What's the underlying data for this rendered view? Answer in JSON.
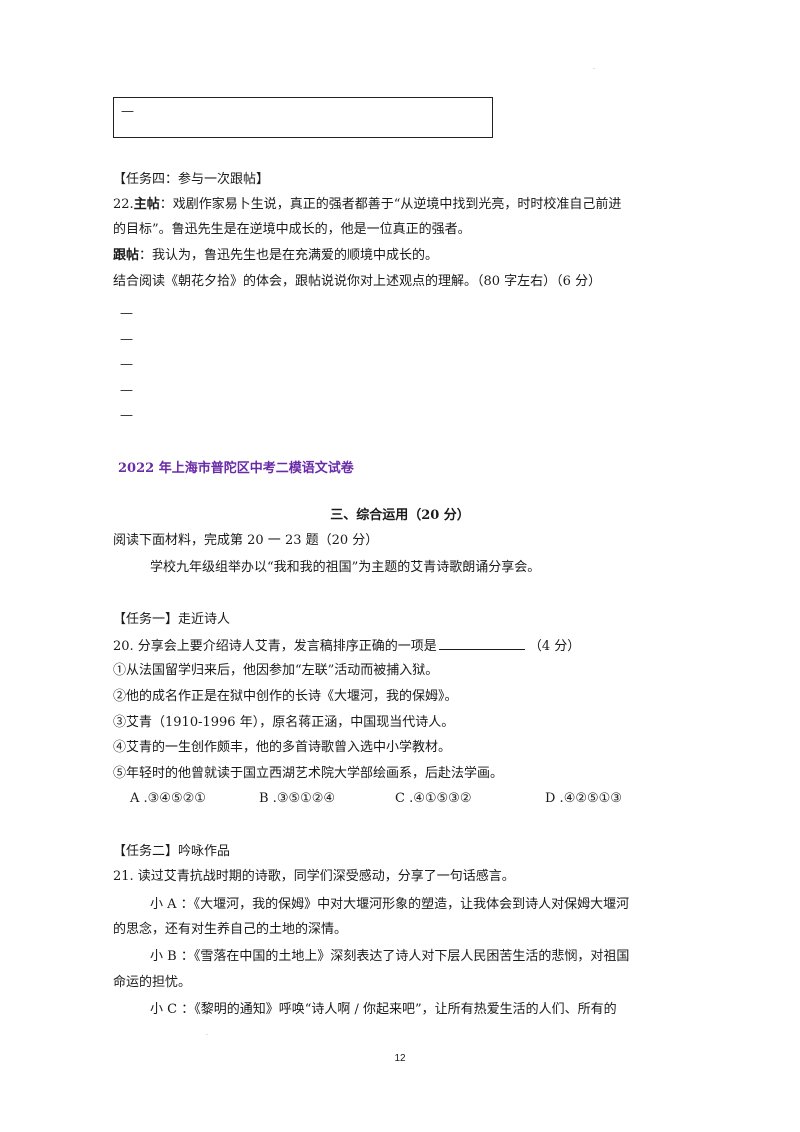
{
  "top_mark": ".",
  "box_dash": "—",
  "task4": {
    "heading": "【任务四：参与一次跟帖】",
    "q22_num": "22.",
    "main_label": "主帖",
    "main_line1": "：戏剧作家易卜生说，真正的强者都善于“从逆境中找到光亮，时时校准自己前进",
    "main_line2": "的目标”。鲁迅先生是在逆境中成长的，他是一位真正的强者。",
    "reply_label": "跟帖",
    "reply_text": "：我认为，鲁迅先生也是在充满爱的顺境中成长的。",
    "instruction": "结合阅读《朝花夕拾》的体会，跟帖说说你对上述观点的理解。（80 字左右）（6 分）",
    "dashes": [
      "—",
      "—",
      "—",
      "—",
      "—"
    ]
  },
  "exam_title": "2022 年上海市普陀区中考二模语文试卷",
  "section_title": "三、综合运用（20 分）",
  "reading_intro": "阅读下面材料，完成第 20 一 23 题（20 分）",
  "event_line": "学校九年级组举办以“我和我的祖国”为主题的艾青诗歌朗诵分享会。",
  "task1": {
    "heading": "【任务一】走近诗人",
    "q20_prefix": "20.  分享会上要介绍诗人艾青，发言稿排序正确的一项是",
    "q20_suffix": "（4 分）",
    "items": [
      "①从法国留学归来后，他因参加“左联”活动而被捕入狱。",
      "②他的成名作正是在狱中创作的长诗《大堰河，我的保姆》。",
      "③艾青（1910-1996 年），原名蒋正涵，中国现当代诗人。",
      "④艾青的一生创作颇丰，他的多首诗歌曾入选中小学教材。",
      "⑤年轻时的他曾就读于国立西湖艺术院大学部绘画系，后赴法学画。"
    ],
    "options": [
      "A .③④⑤②①",
      "B .③⑤①②④",
      "C .④①⑤③②",
      "D .④②⑤①③"
    ]
  },
  "task2": {
    "heading": "【任务二】吟咏作品",
    "q21": "21.  读过艾青抗战时期的诗歌，同学们深受感动，分享了一句话感言。",
    "a_line1": "小 A ：《大堰河，我的保姆》中对大堰河形象的塑造，让我体会到诗人对保姆大堰河",
    "a_line2": "的思念，还有对生养自己的土地的深情。",
    "b_line1": "小 B ：《雪落在中国的土地上》深刻表达了诗人对下层人民困苦生活的悲悯，对祖国",
    "b_line2": "命运的担忧。",
    "c_line1": "小 C ：《黎明的通知》呼唤“诗人啊 / 你起来吧”，让所有热爱生活的人们、所有的"
  },
  "bottom_mark": ".",
  "page_number": "12"
}
